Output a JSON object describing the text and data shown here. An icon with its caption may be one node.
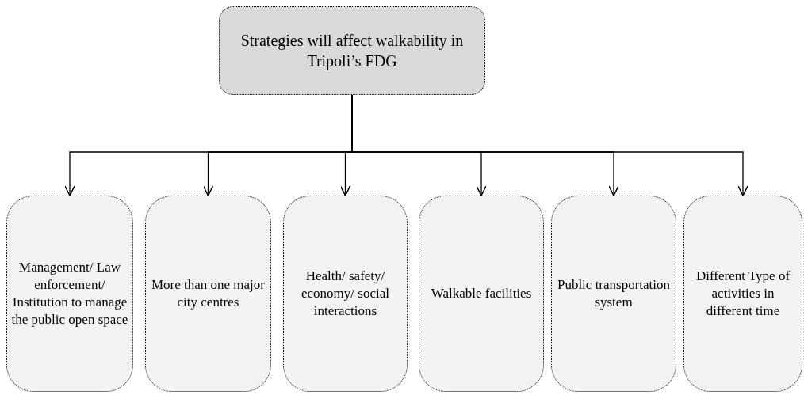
{
  "diagram": {
    "nodes": [
      {
        "text": [
          "Strategies will affect walkability in Tripoli’s FDG"
        ]
      },
      {
        "text": [
          "Management/ Law enforcement/ Institution to manage the public open space"
        ]
      },
      {
        "text": [
          "More than one major city centres"
        ]
      },
      {
        "text": [
          "Health/ safety/ economy/ social interactions"
        ]
      },
      {
        "text": [
          "Walkable facilities"
        ]
      },
      {
        "text": [
          "Public transportation system"
        ]
      },
      {
        "text": [
          "Different Type of activities in different time"
        ]
      }
    ],
    "edges": [
      {
        "from": 0,
        "to": 1,
        "arrow": "to"
      },
      {
        "from": 0,
        "to": 2,
        "arrow": "to"
      },
      {
        "from": 0,
        "to": 3,
        "arrow": "to"
      },
      {
        "from": 0,
        "to": 4,
        "arrow": "to"
      },
      {
        "from": 0,
        "to": 5,
        "arrow": "to"
      },
      {
        "from": 0,
        "to": 6,
        "arrow": "to"
      }
    ]
  }
}
